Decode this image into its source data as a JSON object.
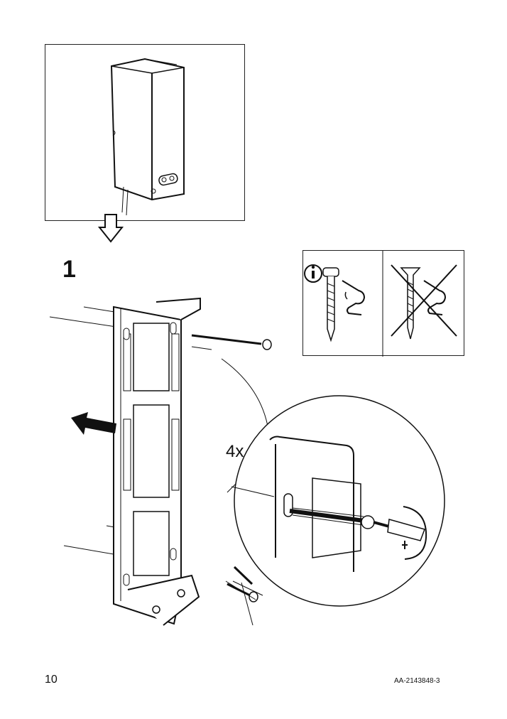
{
  "step": {
    "number": "1"
  },
  "callout": {
    "quantity": "4x"
  },
  "info": {
    "icon": "info-icon",
    "accepted_screw": "pan-head-screw-icon",
    "rejected_screw": "countersunk-screw-crossed-icon"
  },
  "footer": {
    "page_number": "10",
    "document_id": "AA-2143848-3"
  },
  "icons": [
    "speaker-illustration",
    "down-arrow-icon",
    "bracket-illustration",
    "direction-arrow-icon",
    "screwdriver-detail-illustration",
    "hand-pointer-icon"
  ]
}
